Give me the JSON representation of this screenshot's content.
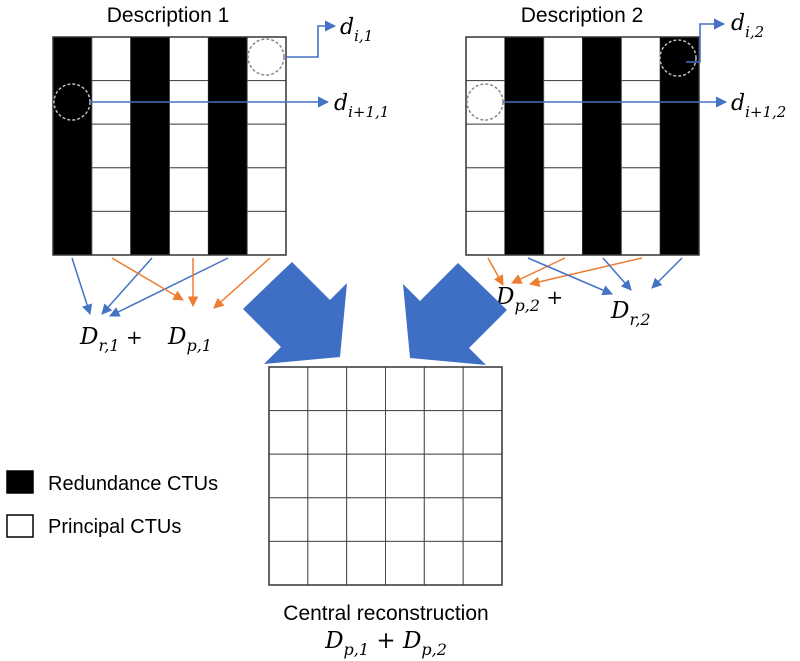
{
  "colors": {
    "redundancy": "#000000",
    "principal": "#ffffff",
    "grid_line": "#4a4a4a",
    "blue_arrow": "#4472c4",
    "orange_arrow": "#ed7d31",
    "big_arrow": "#3f6fc4"
  },
  "description_1": {
    "title": "Description 1",
    "column_types": [
      "redundance",
      "principal",
      "redundance",
      "principal",
      "redundance",
      "principal"
    ],
    "rows": 5,
    "labels": {
      "d_i_1": {
        "base": "d",
        "sub": "i,1"
      },
      "d_i1_1": {
        "base": "d",
        "sub": "i+1,1"
      },
      "D_r_1": {
        "base": "D",
        "sub": "r,1",
        "suffix": " +"
      },
      "D_p_1": {
        "base": "D",
        "sub": "p,1"
      }
    }
  },
  "description_2": {
    "title": "Description 2",
    "column_types": [
      "principal",
      "redundance",
      "principal",
      "redundance",
      "principal",
      "redundance"
    ],
    "rows": 5,
    "labels": {
      "d_i_2": {
        "base": "d",
        "sub": "i,2"
      },
      "d_i1_2": {
        "base": "d",
        "sub": "i+1,2"
      },
      "D_p_2": {
        "base": "D",
        "sub": "p,2",
        "suffix": " +"
      },
      "D_r_2": {
        "base": "D",
        "sub": "r,2"
      }
    }
  },
  "central": {
    "rows": 5,
    "cols": 6,
    "caption": "Central reconstruction",
    "formula": {
      "term1": {
        "base": "D",
        "sub": "p,1"
      },
      "operator": " + ",
      "term2": {
        "base": "D",
        "sub": "p,2"
      }
    }
  },
  "legend": {
    "items": [
      {
        "label": "Redundance CTUs",
        "swatch": "redundance"
      },
      {
        "label": "Principal CTUs",
        "swatch": "principal"
      }
    ]
  }
}
